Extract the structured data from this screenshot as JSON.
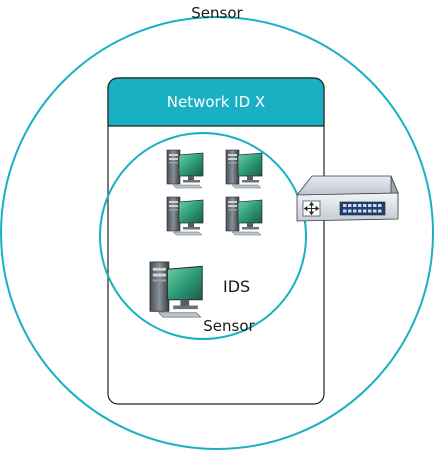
{
  "outer_sensor": {
    "label": "Sensor"
  },
  "network_box": {
    "title": "Network ID X"
  },
  "inner_sensor": {
    "label": "Sensor"
  },
  "ids": {
    "label": "IDS"
  },
  "devices": {
    "workstation_count": 4,
    "switch_icon": "network-switch-icon",
    "workstation_icon": "workstation-icon",
    "ids_icon": "ids-server-icon"
  },
  "colors": {
    "accent": "#1ab0c4",
    "box_border": "#222222",
    "monitor_screen": "#2e9c78"
  }
}
